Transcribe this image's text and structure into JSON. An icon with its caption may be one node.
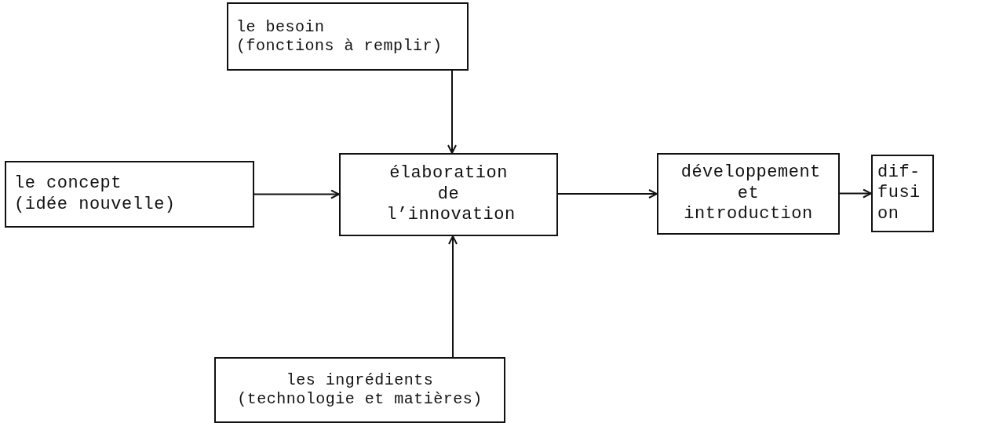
{
  "diagram": {
    "nodes": [
      {
        "text": [
          "le besoin",
          "(fonctions à remplir)"
        ]
      },
      {
        "text": [
          "le concept",
          "(idée nouvelle)"
        ]
      },
      {
        "text": [
          "élaboration de l’innovation"
        ]
      },
      {
        "text": [
          "développement et introduction"
        ]
      },
      {
        "text": [
          "dif- fusi on"
        ]
      },
      {
        "text": [
          "les ingrédients",
          "(technologie et matières)"
        ]
      }
    ],
    "edges": [
      {
        "from": 0,
        "to": 2,
        "arrow": "to"
      },
      {
        "from": 1,
        "to": 2,
        "arrow": "to"
      },
      {
        "from": 2,
        "to": 3,
        "arrow": "to"
      },
      {
        "from": 3,
        "to": 4,
        "arrow": "to"
      },
      {
        "from": 5,
        "to": 2,
        "arrow": "to"
      }
    ]
  }
}
